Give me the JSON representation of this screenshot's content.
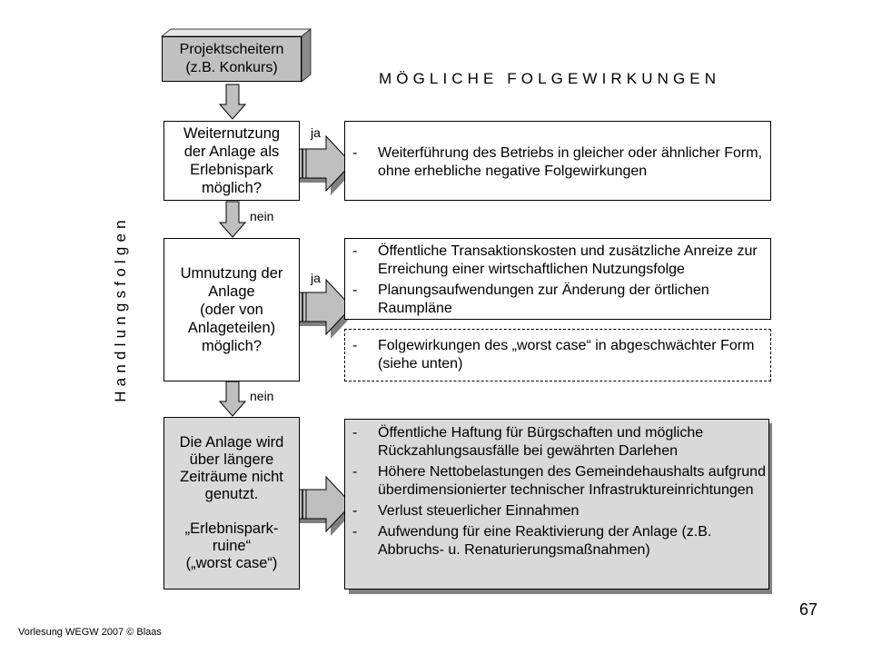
{
  "start_box": [
    "Projektscheitern",
    "(z.B. Konkurs)"
  ],
  "heading": "MÖGLICHE FOLGEWIRKUNGEN",
  "vertical_label": "Handlungsfolgen",
  "questions": [
    [
      "Weiternutzung",
      "der Anlage als",
      "Erlebnispark",
      "möglich?"
    ],
    [
      "Umnutzung der",
      "Anlage",
      "(oder von",
      "Anlageteilen)",
      "möglich?"
    ]
  ],
  "final_box": [
    "Die Anlage wird",
    "über längere",
    "Zeiträume nicht",
    "genutzt.",
    "",
    "„Erlebnispark-",
    "ruine“",
    "(„worst case“)"
  ],
  "label_yes": "ja",
  "label_no": "nein",
  "dash": "-",
  "outcome1": [
    "Weiterführung des Betriebs in gleicher oder ähnlicher Form, ohne erhebliche negative Folgewirkungen"
  ],
  "outcome2": [
    "Öffentliche Transaktionskosten und zusätzliche Anreize zur Erreichung einer wirtschaftlichen Nutzungsfolge",
    "Planungsaufwendungen zur Änderung der örtlichen Raumpläne"
  ],
  "outcome2_dashed": [
    "Folgewirkungen des „worst case“ in abgeschwächter Form (siehe unten)"
  ],
  "outcome3": [
    "Öffentliche Haftung für Bürgschaften und mögliche Rückzahlungsausfälle bei gewährten Darlehen",
    "Höhere Nettobelastungen des Gemeindehaushalts aufgrund überdimensionierter technischer Infrastruktureinrichtungen",
    "Verlust steuerlicher Einnahmen",
    "Aufwendung für eine Reaktivierung der Anlage (z.B. Abbruchs- u. Renaturierungsmaßnahmen)"
  ],
  "footer": "Vorlesung WEGW 2007 © Blaas",
  "page_number": "67",
  "colors": {
    "start_fill": "#c0c0c0",
    "final_fill": "#d9d9d9",
    "arrow_fill": "#bfbfbf",
    "shadow": "#808080"
  }
}
